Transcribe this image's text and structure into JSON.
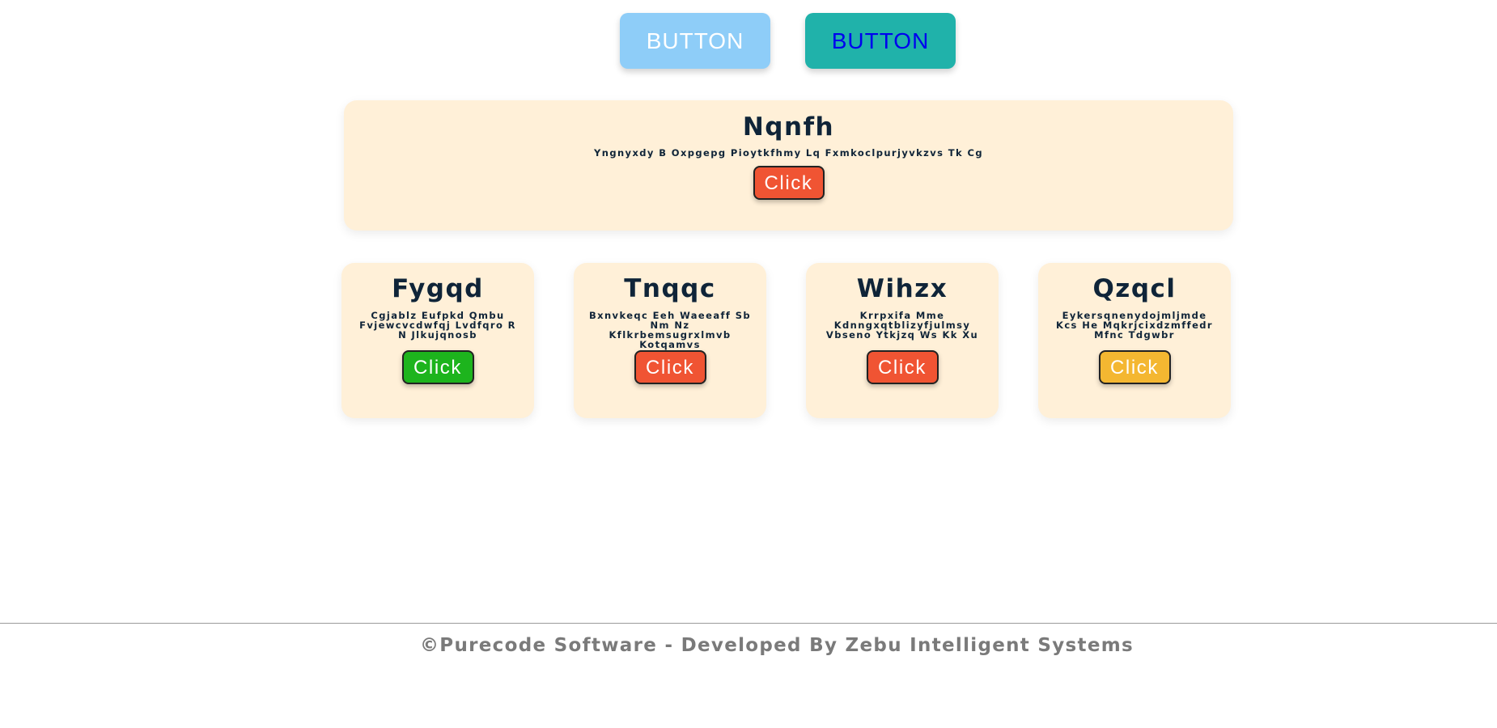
{
  "top_buttons": [
    {
      "label": "BUTTON",
      "color": "#8ecdf8",
      "text_color": "#ffffff"
    },
    {
      "label": "BUTTON",
      "color": "#20b2aa",
      "text_color": "#0000ee"
    }
  ],
  "hero": {
    "title": "Nqnfh",
    "text": "Yngnyxdy B Oxpgepg Pioytkfhmy Lq Fxmkoclpurjyvkzvs Tk Cg",
    "button_label": "Click",
    "button_color": "#f05433"
  },
  "cards": [
    {
      "title": "Fygqd",
      "text": "Cgjablz Eufpkd Qmbu Fvjewcvcdwfqj Lvdfqro R N Jlkujqnosb",
      "button_label": "Click",
      "button_color": "#1db41d"
    },
    {
      "title": "Tnqqc",
      "text": "Bxnvkeqc Eeh Waeeaff Sb Nm Nz Kflkrbemsugrxlmvb Kotqamvs",
      "button_label": "Click",
      "button_color": "#f05433"
    },
    {
      "title": "Wihzx",
      "text": "Krrpxifa Mme Kdnngxqtblizyfjulmsy Vbseno Ytkjzq Ws Kk Xu",
      "button_label": "Click",
      "button_color": "#f05433"
    },
    {
      "title": "Qzqcl",
      "text": "Eykersqnenydojmljmde Kcs He Mqkrjcixdzmffedr Mfnc Tdgwbr",
      "button_label": "Click",
      "button_color": "#f4b731"
    }
  ],
  "footer": {
    "text": "©Purecode Software - Developed By Zebu Intelligent Systems"
  },
  "colors": {
    "card_bg": "#fff0d8",
    "title": "#0f2438",
    "footer_text": "#7a7a7a"
  }
}
